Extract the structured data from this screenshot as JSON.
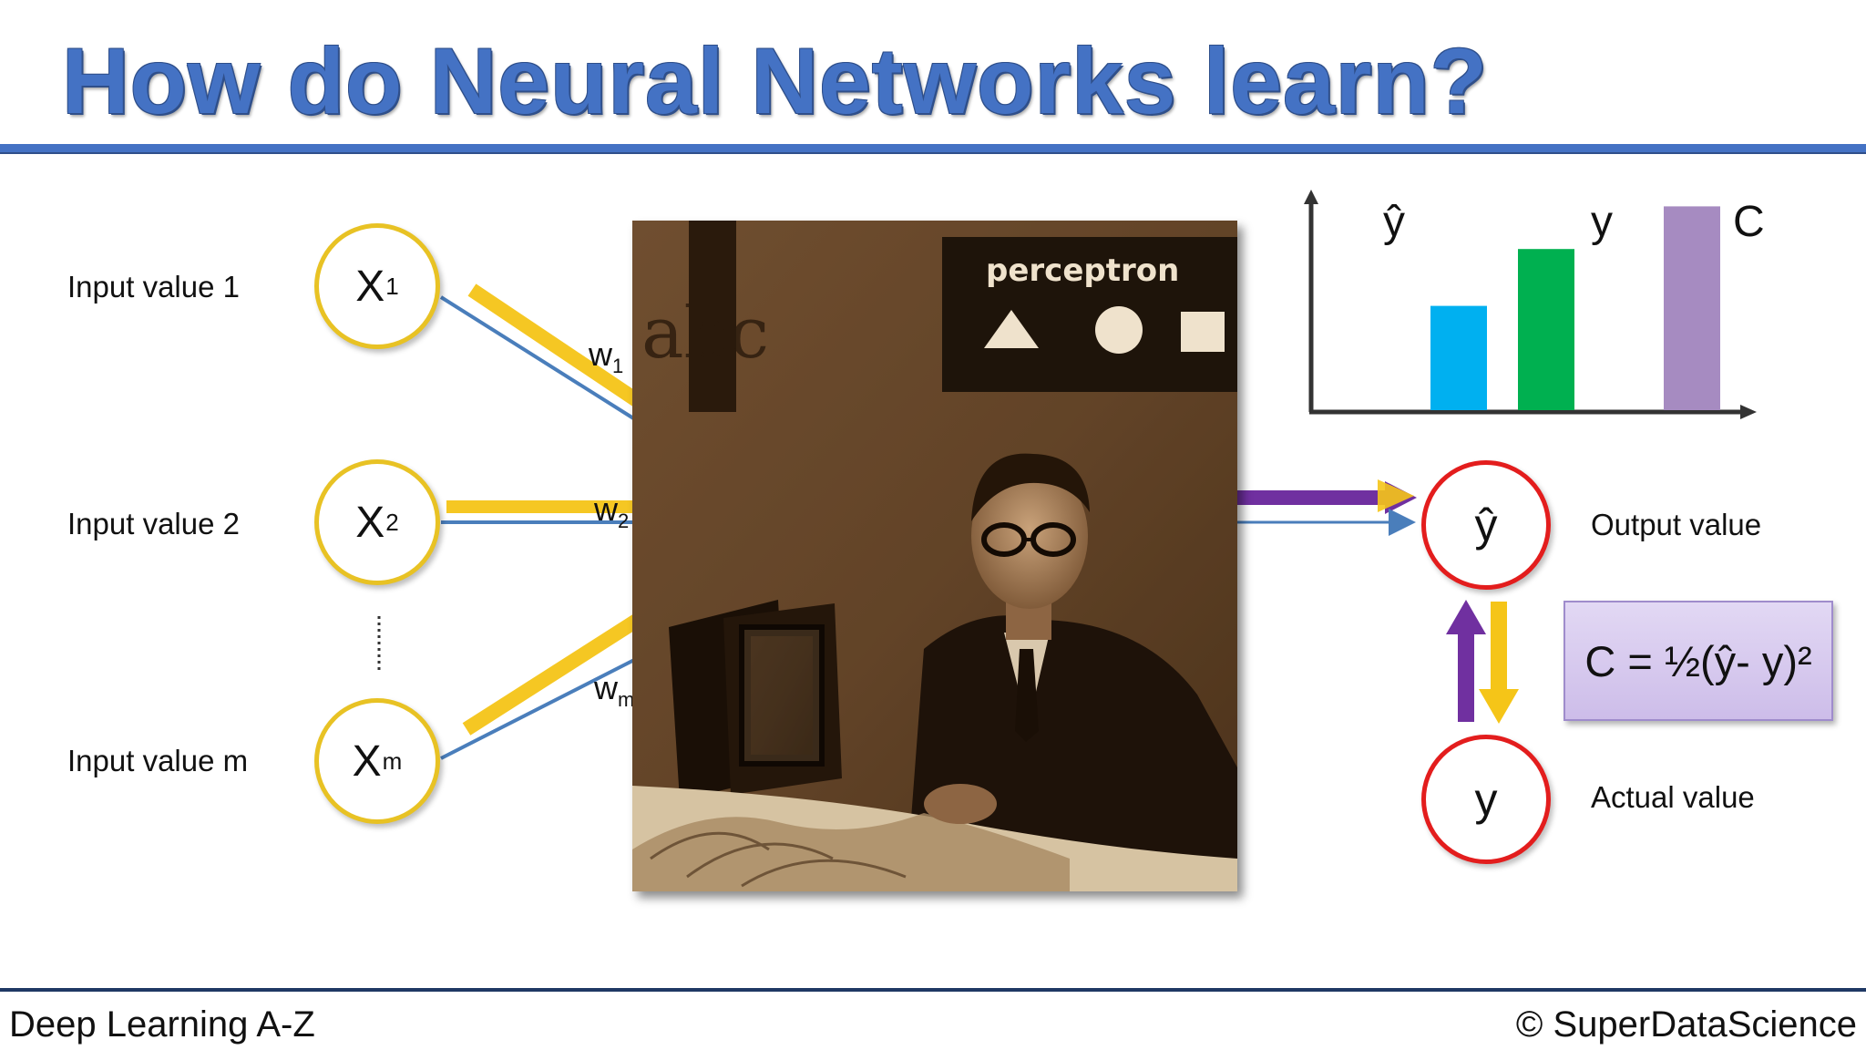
{
  "title": "How do Neural Networks learn?",
  "inputs": [
    {
      "label": "Input value 1",
      "node": "X",
      "sub": "1"
    },
    {
      "label": "Input value 2",
      "node": "X",
      "sub": "2"
    },
    {
      "label": "Input value m",
      "node": "X",
      "sub": "m"
    }
  ],
  "weights": [
    "w1",
    "w2",
    "wm"
  ],
  "output": {
    "node": "ŷ",
    "label": "Output value"
  },
  "actual": {
    "node": "y",
    "label": "Actual value"
  },
  "formula": "C = ½(ŷ- y)²",
  "bars": [
    {
      "label": "ŷ",
      "value": 0.44,
      "color": "#00b0f0"
    },
    {
      "label": "y",
      "value": 0.68,
      "color": "#00b050"
    },
    {
      "label": "C",
      "value": 0.86,
      "color": "#a68bc1"
    }
  ],
  "photo": {
    "sign_text": "perceptron",
    "wall_letters": "abc"
  },
  "footer": {
    "left": "Deep Learning A-Z",
    "right": "© SuperDataScience"
  },
  "colors": {
    "title": "#4472c4",
    "input_ring": "#e8c224",
    "output_ring": "#e31d1d",
    "error_up": "#7030a0",
    "error_down": "#f5c518",
    "connection": "#4a7ebb"
  }
}
